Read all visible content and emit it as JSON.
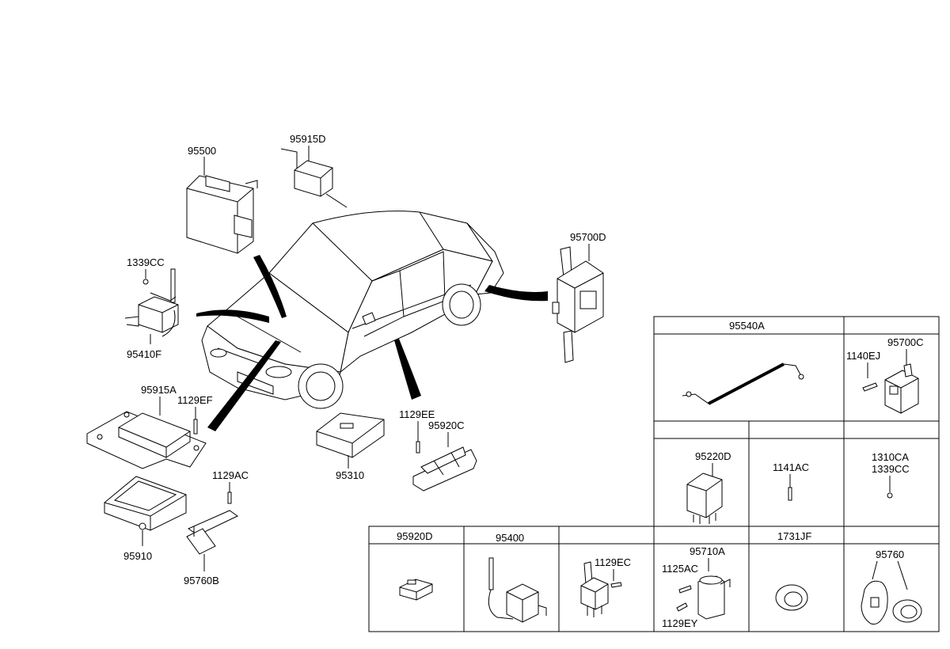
{
  "callouts": {
    "p95500": "95500",
    "p95915D": "95915D",
    "p1339CC_a": "1339CC",
    "p95410F": "95410F",
    "p95700D": "95700D",
    "p95915A": "95915A",
    "p1129EF": "1129EF",
    "p95310": "95310",
    "p1129EE": "1129EE",
    "p95920C": "95920C",
    "p1129AC": "1129AC",
    "p95910": "95910",
    "p95760B": "95760B"
  },
  "table": {
    "p95540A": "95540A",
    "p95700C": "95700C",
    "p1140EJ": "1140EJ",
    "p95220D": "95220D",
    "p1141AC": "1141AC",
    "p1310CA": "1310CA",
    "p1339CC_b": "1339CC",
    "p95920D": "95920D",
    "p95400": "95400",
    "p1129EC": "1129EC",
    "p95710A": "95710A",
    "p1125AC": "1125AC",
    "p1129EY": "1129EY",
    "p1731JF": "1731JF",
    "p95760": "95760"
  }
}
